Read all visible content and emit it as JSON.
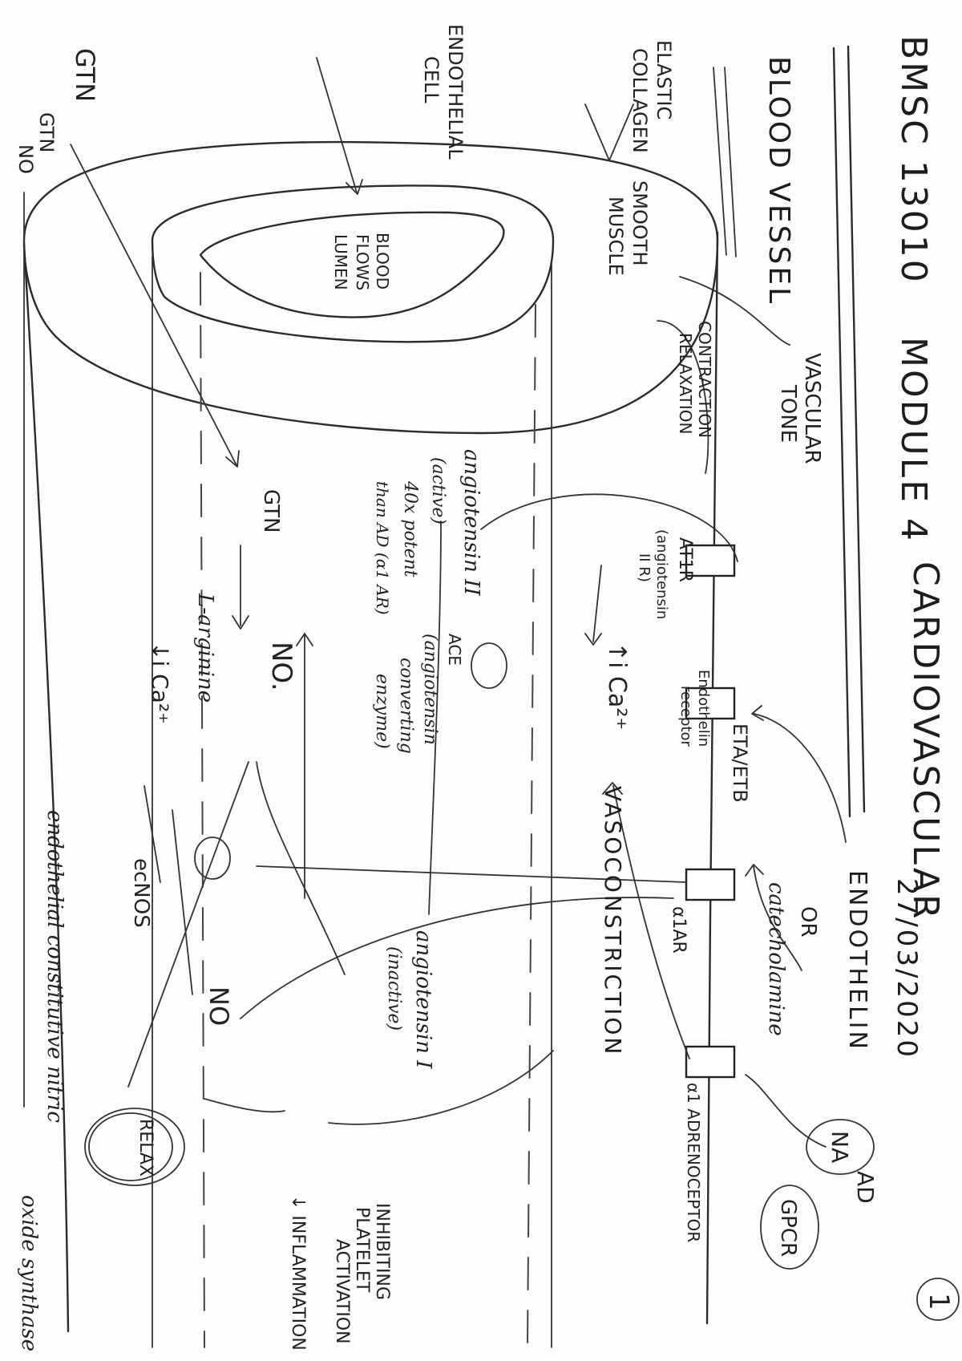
{
  "header": {
    "code": "BMSC 13010",
    "module": "MODULE 4",
    "subject": "CARDIOVASCULAR",
    "date": "27/03/2020",
    "page_number": "1"
  },
  "vessel": {
    "title": "BLOOD VESSEL",
    "elastic": "ELASTIC",
    "collagen": "COLLAGEN",
    "endothelial_line1": "ENDOTHELIAL",
    "endothelial_line2": "CELL",
    "smooth_line1": "SMOOTH",
    "smooth_line2": "MUSCLE",
    "lumen_line1": "BLOOD",
    "lumen_line2": "FLOWS",
    "lumen_line3": "LUMEN",
    "contraction": "CONTRACTION",
    "relaxation": "RELAXATION",
    "vascular_tone_line1": "VASCULAR",
    "vascular_tone_line2": "TONE"
  },
  "left_labels": {
    "gtn_top": "GTN",
    "gtn_side_line1": "GTN",
    "gtn_side_line2": "NO"
  },
  "receptors": {
    "at1r": "AT1R",
    "at1r_note_line1": "(angiotensin",
    "at1r_note_line2": "II R)",
    "eta_etb": "ETA/ETB",
    "endothelin_receptor_line1": "Endothelin",
    "endothelin_receptor_line2": "receptor",
    "alpha1ar": "α1AR",
    "alpha1_adrenoceptor": "α1 ADRENOCEPTOR"
  },
  "ligands": {
    "endothelin": "ENDOTHELIN",
    "catecholamine_line1": "OR",
    "catecholamine_line2": "catecholamine",
    "na": "NA",
    "ad": "AD",
    "gpcr": "GPCR"
  },
  "pathway": {
    "increase_ca": "↑i Ca²⁺",
    "vasoconstriction": "VASOCONSTRICTION",
    "angiotensin_ii": "angiotensin II",
    "angiotensin_ii_note_line1": "(active)",
    "angiotensin_ii_note_line2": "40x potent",
    "angiotensin_ii_note_line3": "than AD (α1 AR)",
    "ace_line1": "ACE",
    "ace_line2": "(angiotensin",
    "ace_line3": "converting",
    "ace_line4": "enzyme)",
    "angiotensin_i": "angiotensin I",
    "angiotensin_i_note": "(inactive)",
    "gtn_mid": "GTN",
    "no_mid": "NO.",
    "l_arginine": "L-arginine",
    "decrease_ca": "↓i Ca²⁺",
    "ecnos": "ecNOS",
    "no_low": "NO",
    "relax": "RELAX",
    "inhibiting_line1": "INHIBITING",
    "inhibiting_line2": "PLATELET",
    "inhibiting_line3": "ACTIVATION",
    "inflammation": "↓ INFLAMMATION",
    "endothelial_footer_line1": "endothelial constitutive nitric",
    "endothelial_footer_line2": "oxide synthase"
  }
}
